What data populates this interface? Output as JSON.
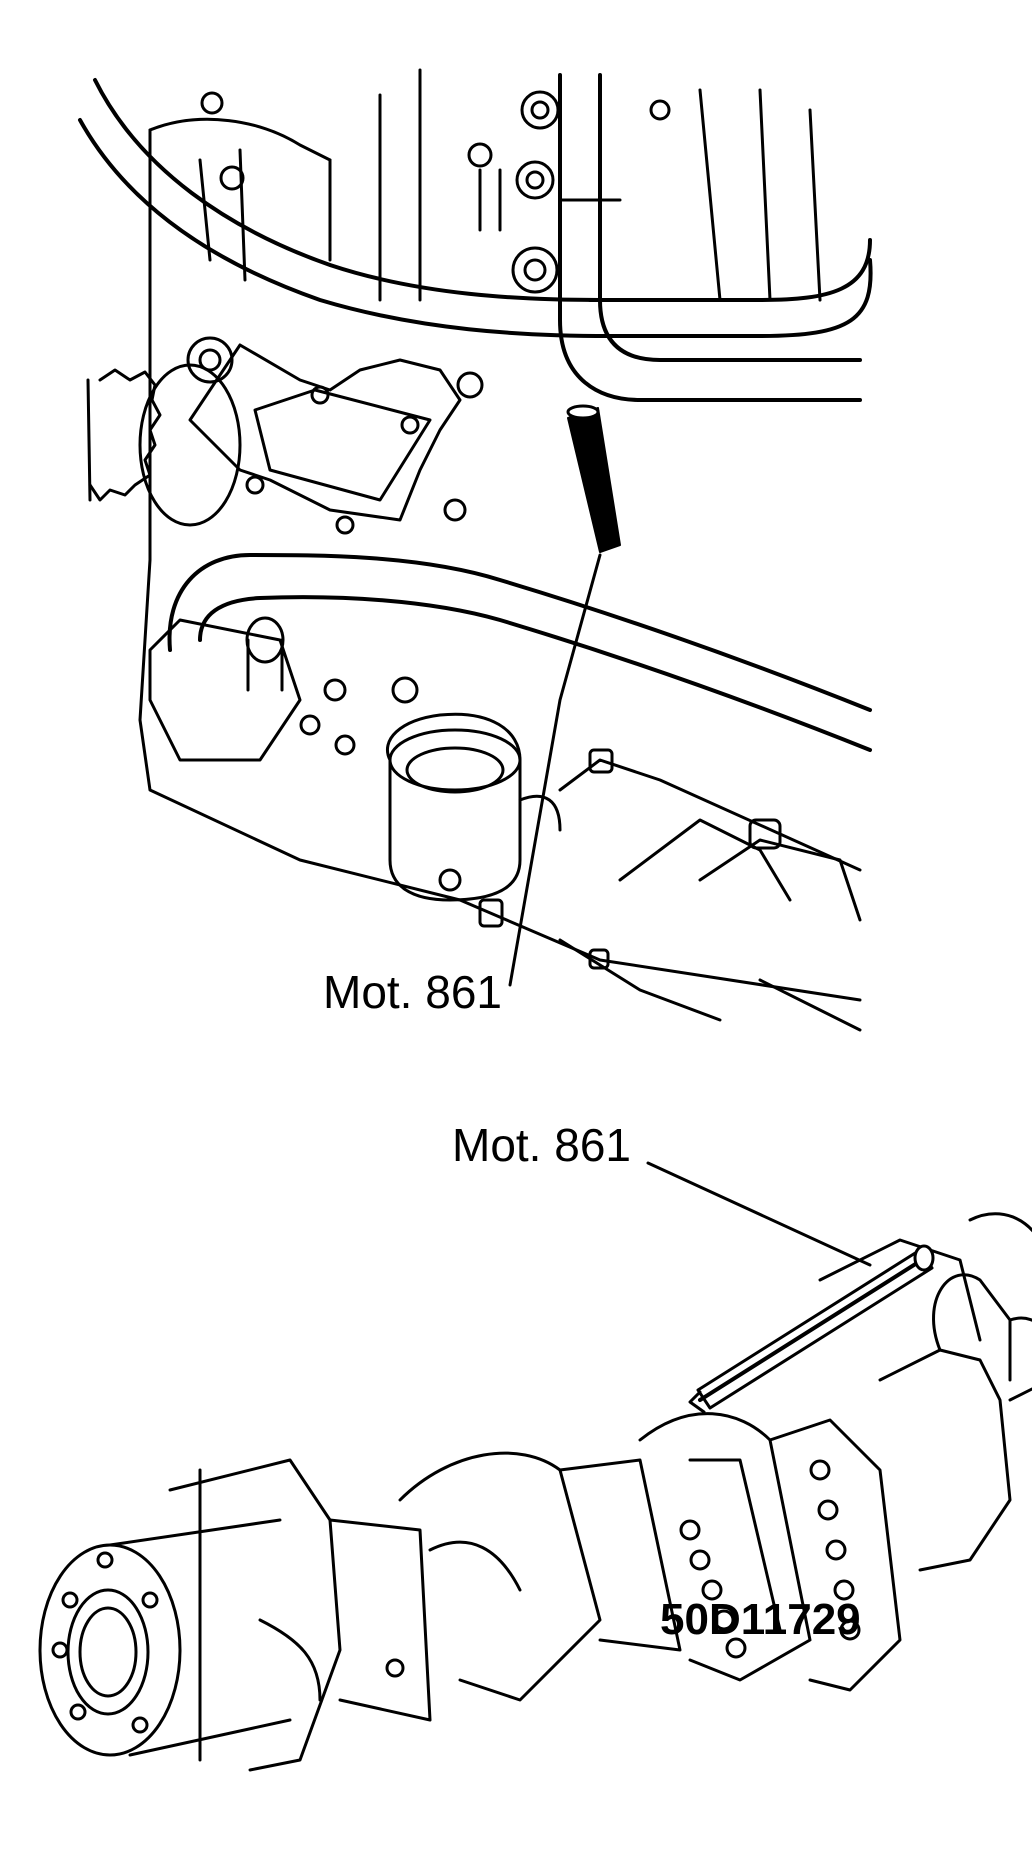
{
  "figure": {
    "engine_view": {
      "tool_label": "Mot. 861"
    },
    "crankshaft_view": {
      "tool_label": "Mot. 861"
    },
    "reference_code": "50D11729"
  },
  "colors": {
    "ink": "#000000",
    "paper": "#ffffff"
  }
}
